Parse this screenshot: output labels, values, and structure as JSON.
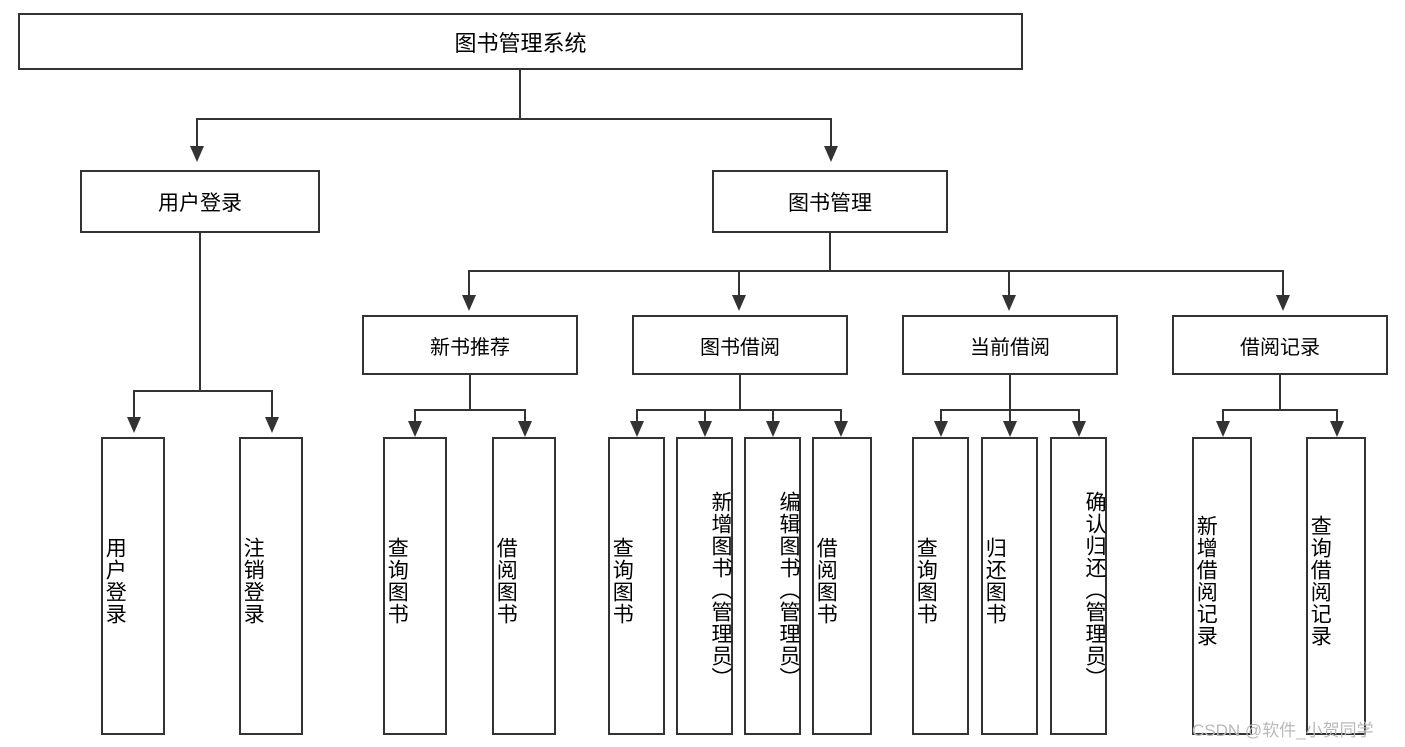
{
  "diagram": {
    "title": "图书管理系统",
    "type": "tree-hierarchy-chart",
    "root": {
      "label": "图书管理系统"
    },
    "level2": [
      {
        "label": "用户登录"
      },
      {
        "label": "图书管理"
      }
    ],
    "level3": [
      {
        "label": "新书推荐"
      },
      {
        "label": "图书借阅"
      },
      {
        "label": "当前借阅"
      },
      {
        "label": "借阅记录"
      }
    ],
    "leaves": {
      "user_login": [
        {
          "label": "用户登录"
        },
        {
          "label": "注销登录"
        }
      ],
      "new_book_recommend": [
        {
          "label": "查询图书"
        },
        {
          "label": "借阅图书"
        }
      ],
      "book_borrow": [
        {
          "label": "查询图书"
        },
        {
          "label": "新增图书（管理员）"
        },
        {
          "label": "编辑图书（管理员）"
        },
        {
          "label": "借阅图书"
        }
      ],
      "current_borrow": [
        {
          "label": "查询图书"
        },
        {
          "label": "归还图书"
        },
        {
          "label": "确认归还（管理员）"
        }
      ],
      "borrow_record": [
        {
          "label": "新增借阅记录"
        },
        {
          "label": "查询借阅记录"
        }
      ]
    }
  },
  "watermark": {
    "text": "CSDN @软件_小贺同学"
  },
  "colors": {
    "stroke": "#333333",
    "box_fill": "#ffffff",
    "text": "#000000",
    "watermark": "#b9b9b9",
    "background": "#ffffff"
  }
}
